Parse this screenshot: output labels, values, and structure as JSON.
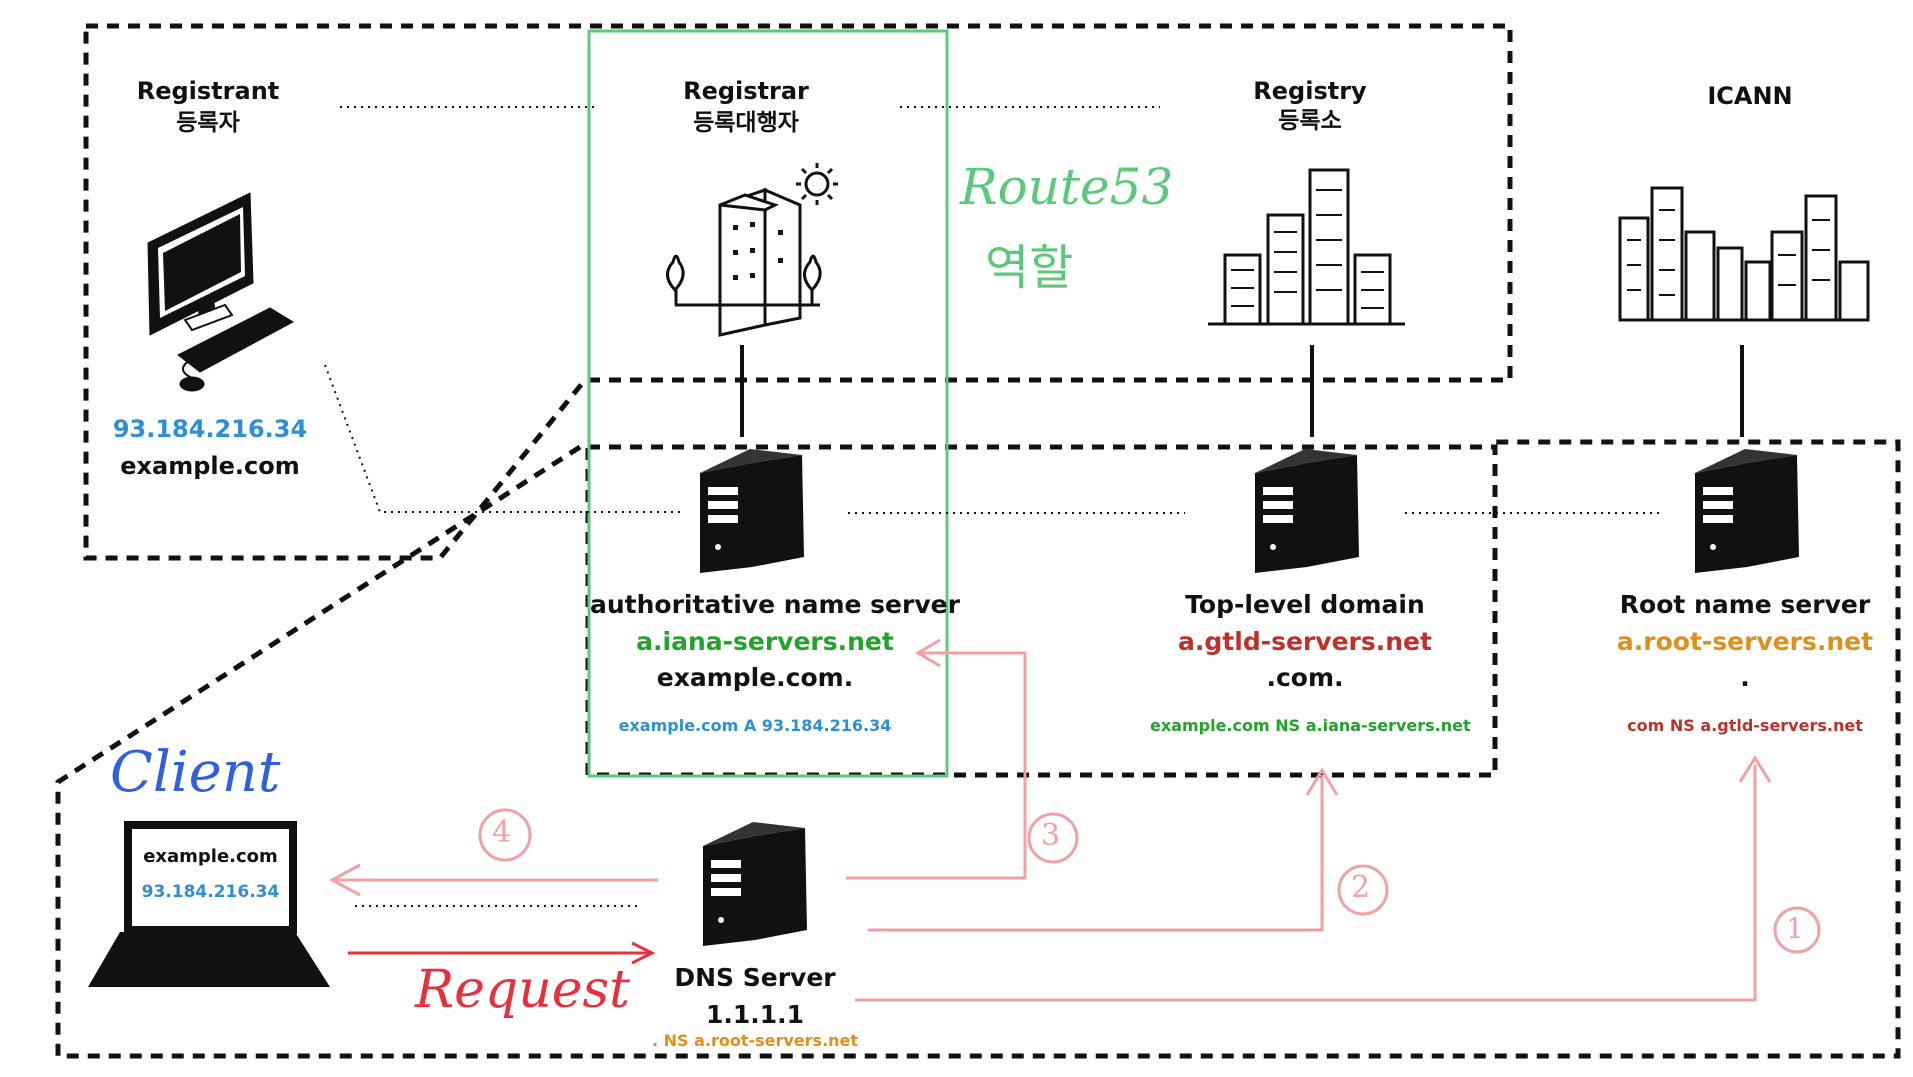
{
  "colors": {
    "blue": "#2d8fd4",
    "green": "#22a32a",
    "red": "#c0302a",
    "orange": "#e0901a",
    "black": "#111111",
    "arrow_pink": "#f2a0a4",
    "request_red": "#e8303c",
    "route53_green": "#5cc87a",
    "client_blue": "#3060e0"
  },
  "registrant": {
    "title": "Registrant",
    "subtitle": "등록자",
    "ip": "93.184.216.34",
    "domain": "example.com"
  },
  "registrar": {
    "title": "Registrar",
    "subtitle": "등록대행자"
  },
  "registry": {
    "title": "Registry",
    "subtitle": "등록소"
  },
  "icann": {
    "title": "ICANN"
  },
  "auth_server": {
    "name": "authoritative name server",
    "host": "a.iana-servers.net",
    "zone": "example.com.",
    "record": "example.com  A  93.184.216.34"
  },
  "tld_server": {
    "name": "Top-level domain",
    "host": "a.gtld-servers.net",
    "zone": ".com.",
    "record": "example.com  NS  a.iana-servers.net"
  },
  "root_server": {
    "name": "Root name server",
    "host": "a.root-servers.net",
    "zone": ".",
    "record": "com  NS  a.gtld-servers.net"
  },
  "dns_server": {
    "name": "DNS Server",
    "ip": "1.1.1.1",
    "record": ".  NS  a.root-servers.net"
  },
  "client": {
    "domain": "example.com",
    "ip": "93.184.216.34"
  },
  "annotations": {
    "route53": "Route53",
    "role": "역할",
    "client_label": "Client",
    "request": "Request",
    "step1": "1",
    "step2": "2",
    "step3": "3",
    "step4": "4"
  }
}
